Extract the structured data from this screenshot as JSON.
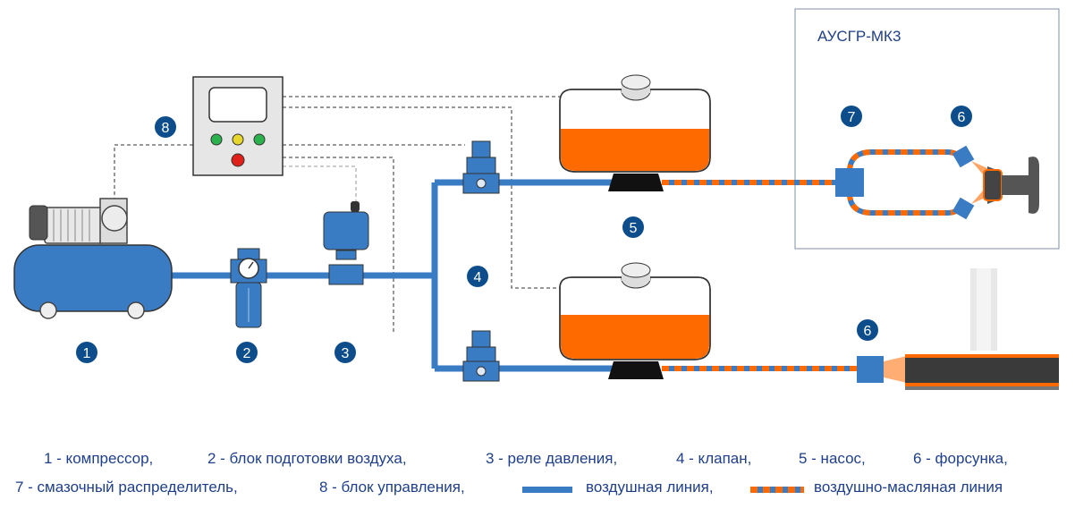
{
  "system_label": "АУСГР-МК3",
  "markers": {
    "m1": "1",
    "m2": "2",
    "m3": "3",
    "m4": "4",
    "m5": "5",
    "m6_top": "6",
    "m6_bottom": "6",
    "m7": "7",
    "m8": "8"
  },
  "legend": {
    "row1": [
      "1 - компрессор,",
      "2 - блок подготовки воздуха,",
      "3 - реле давления,",
      "4 - клапан,",
      "5 - насос,",
      "6 - форсунка,"
    ],
    "row2": [
      "7 - смазочный распределитель,",
      "8 - блок управления,"
    ],
    "air_line_label": "воздушная линия,",
    "air_oil_line_label": "воздушно-масляная линия"
  },
  "colors": {
    "air_line": "#3a7cc4",
    "oil": "#ff6a00",
    "marker_fill": "#0d4d8c",
    "text": "#1f3f8a"
  }
}
